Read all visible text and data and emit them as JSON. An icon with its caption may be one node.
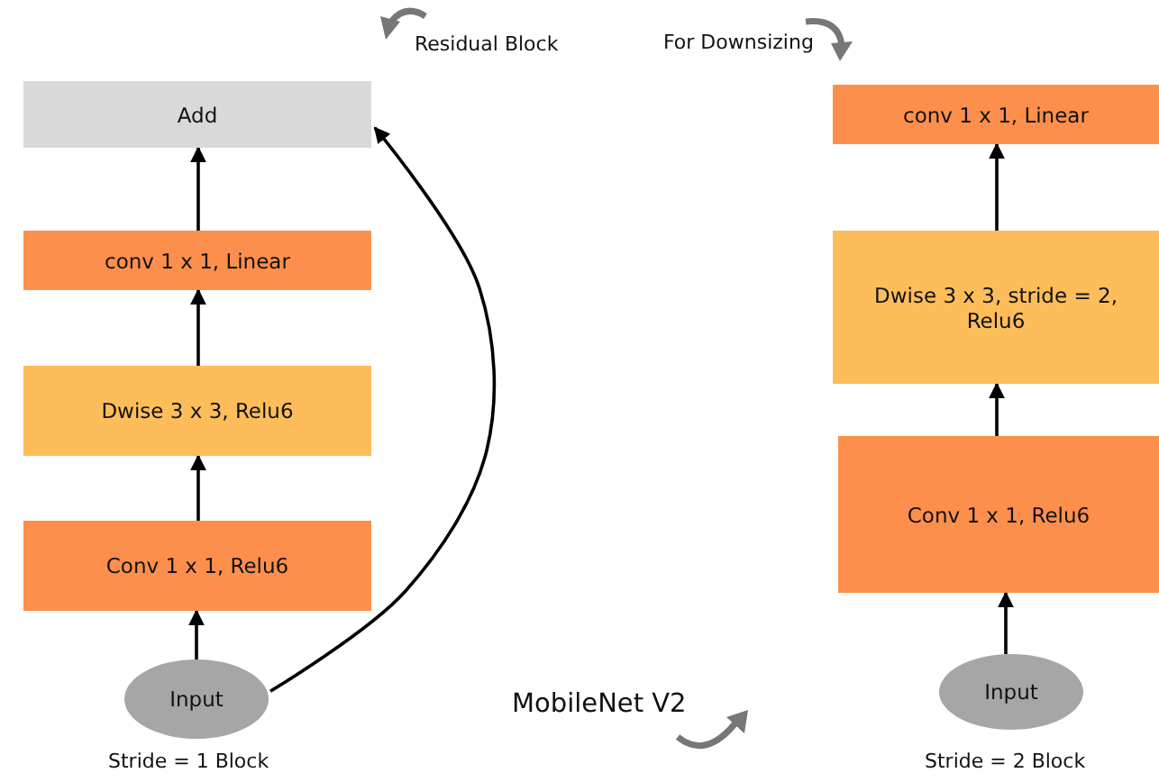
{
  "diagram": {
    "nodes": [
      {
        "text": [
          "Add"
        ]
      },
      {
        "text": [
          "conv 1 x 1, Linear"
        ]
      },
      {
        "text": [
          "Dwise 3 x 3, Relu6"
        ]
      },
      {
        "text": [
          "Conv 1 x 1, Relu6"
        ]
      },
      {
        "text": [
          "Input"
        ],
        "beside": [
          "Stride = 1 Block"
        ]
      },
      {
        "text": [
          "conv 1 x 1, Linear"
        ]
      },
      {
        "text": [
          "Dwise 3 x 3, stride = 2, Relu6"
        ]
      },
      {
        "text": [
          "Conv 1 x 1, Relu6"
        ]
      },
      {
        "text": [
          "Input"
        ],
        "beside": [
          "Stride = 2 Block"
        ]
      }
    ],
    "edges": [
      {
        "from": 4,
        "to": 3,
        "arrow": "to"
      },
      {
        "from": 3,
        "to": 2,
        "arrow": "to"
      },
      {
        "from": 2,
        "to": 1,
        "arrow": "to"
      },
      {
        "from": 1,
        "to": 0,
        "arrow": "to"
      },
      {
        "from": 4,
        "to": 0,
        "arrow": "to"
      },
      {
        "from": 8,
        "to": 7,
        "arrow": "to"
      },
      {
        "from": 7,
        "to": 6,
        "arrow": "to"
      },
      {
        "from": 6,
        "to": 5,
        "arrow": "to"
      }
    ],
    "labels": [
      "Residual Block",
      "For Downsizing",
      "MobileNet V2"
    ]
  }
}
